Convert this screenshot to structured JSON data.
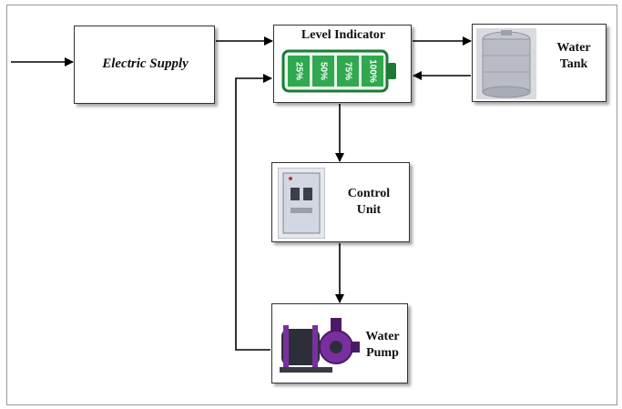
{
  "blocks": {
    "electric_supply": {
      "label": "Electric Supply"
    },
    "level_indicator": {
      "label": "Level Indicator",
      "levels": [
        "25%",
        "50%",
        "75%",
        "100%"
      ]
    },
    "water_tank": {
      "label_line1": "Water",
      "label_line2": "Tank"
    },
    "control_unit": {
      "label_line1": "Control",
      "label_line2": "Unit"
    },
    "water_pump": {
      "label_line1": "Water",
      "label_line2": "Pump"
    }
  },
  "colors": {
    "battery_green": "#2fa84f",
    "battery_dark": "#1c7a36",
    "tank_gray": "#b9bcc4",
    "pump_purple": "#7a2fa0",
    "arrow": "#000000"
  },
  "icons": {
    "level_indicator": "battery-level-icon",
    "water_tank": "water-tank-icon",
    "control_unit": "control-panel-icon",
    "water_pump": "water-pump-icon"
  }
}
